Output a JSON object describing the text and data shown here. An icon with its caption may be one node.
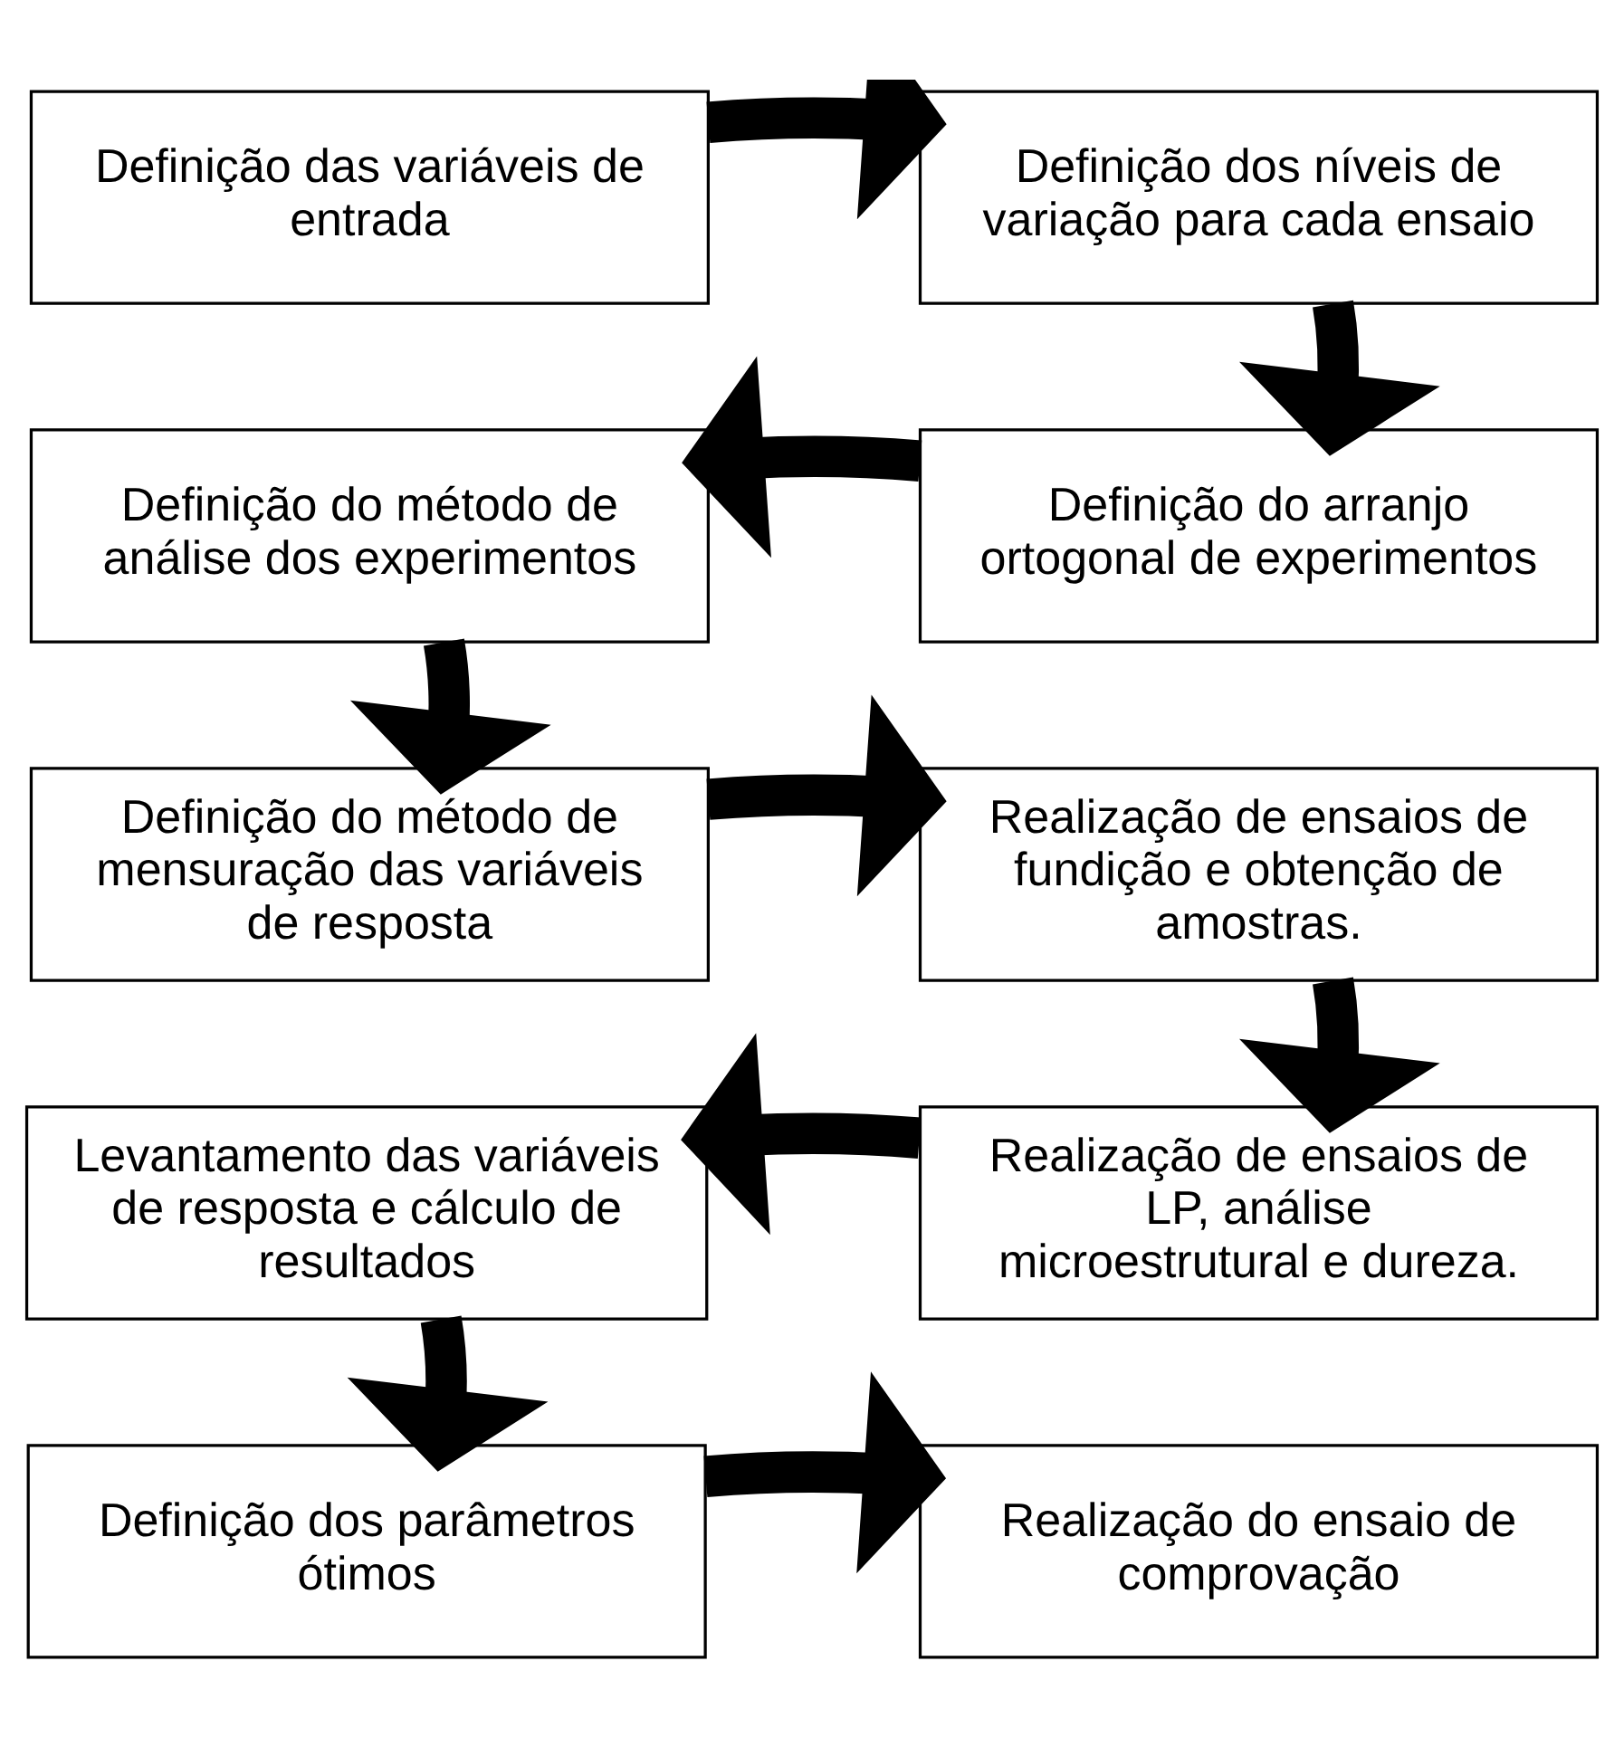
{
  "diagram": {
    "nodes": [
      {
        "text": [
          "Definição das variáveis de entrada"
        ]
      },
      {
        "text": [
          "Definição dos níveis de variação para cada ensaio"
        ]
      },
      {
        "text": [
          "Definição do método de análise dos experimentos"
        ]
      },
      {
        "text": [
          "Definição do arranjo ortogonal de experimentos"
        ]
      },
      {
        "text": [
          "Definição do método de mensuração das variáveis de resposta"
        ]
      },
      {
        "text": [
          "Realização de ensaios de fundição e obtenção de amostras."
        ]
      },
      {
        "text": [
          "Levantamento das variáveis de resposta e cálculo de resultados"
        ]
      },
      {
        "text": [
          "Realização de ensaios de LP, análise microestrutural e dureza."
        ]
      },
      {
        "text": [
          "Definição dos parâmetros ótimos"
        ]
      },
      {
        "text": [
          "Realização do ensaio de comprovação"
        ]
      }
    ],
    "edges": [
      {
        "from": 0,
        "to": 1,
        "arrow": "to"
      },
      {
        "from": 1,
        "to": 3,
        "arrow": "to"
      },
      {
        "from": 3,
        "to": 2,
        "arrow": "to"
      },
      {
        "from": 2,
        "to": 4,
        "arrow": "to"
      },
      {
        "from": 4,
        "to": 5,
        "arrow": "to"
      },
      {
        "from": 5,
        "to": 7,
        "arrow": "to"
      },
      {
        "from": 7,
        "to": 6,
        "arrow": "to"
      },
      {
        "from": 6,
        "to": 8,
        "arrow": "to"
      },
      {
        "from": 8,
        "to": 9,
        "arrow": "to"
      }
    ]
  }
}
